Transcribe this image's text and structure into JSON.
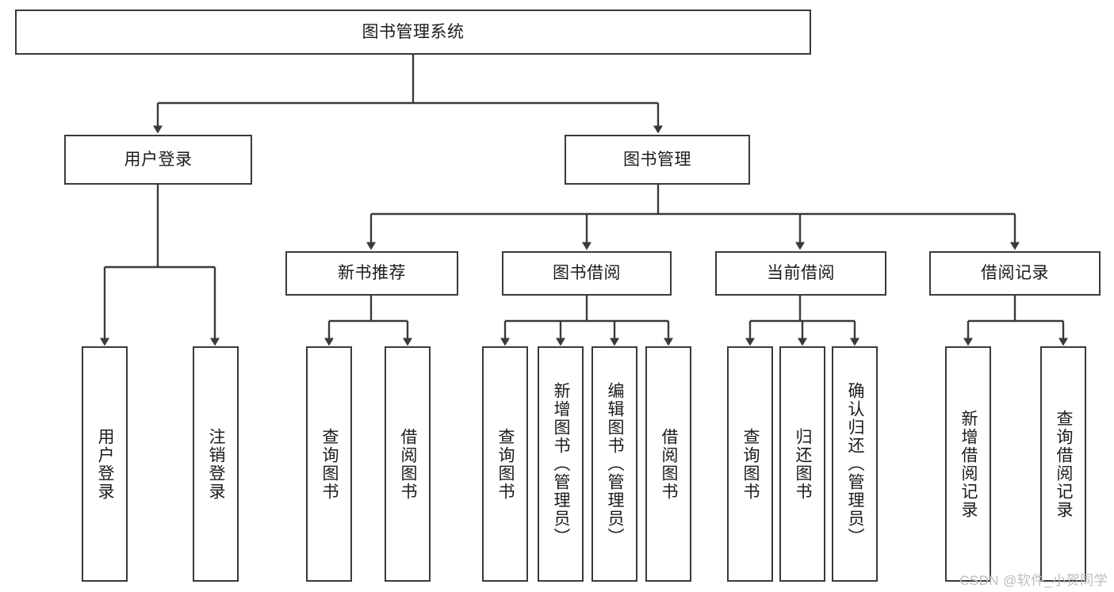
{
  "diagram": {
    "title": "图书管理系统",
    "type": "tree",
    "orientation": "top-down",
    "colors": {
      "stroke": "#3a3a3a",
      "fill": "#ffffff",
      "text": "#1b1b1b",
      "watermark": "#b9bcc0",
      "background": "#ffffff"
    },
    "root": {
      "label": "图书管理系统"
    },
    "level1": [
      {
        "label": "用户登录"
      },
      {
        "label": "图书管理"
      }
    ],
    "level2": [
      {
        "label": "新书推荐"
      },
      {
        "label": "图书借阅"
      },
      {
        "label": "当前借阅"
      },
      {
        "label": "借阅记录"
      }
    ],
    "leaves": {
      "user_login": [
        {
          "label": "用户登录"
        },
        {
          "label": "注销登录"
        }
      ],
      "new_book_recommend": [
        {
          "label": "查询图书"
        },
        {
          "label": "借阅图书"
        }
      ],
      "book_borrow": [
        {
          "label": "查询图书"
        },
        {
          "label": "新增图书（管理员）"
        },
        {
          "label": "编辑图书（管理员）"
        },
        {
          "label": "借阅图书"
        }
      ],
      "current_borrow": [
        {
          "label": "查询图书"
        },
        {
          "label": "归还图书"
        },
        {
          "label": "确认归还（管理员）"
        }
      ],
      "borrow_record": [
        {
          "label": "新增借阅记录"
        },
        {
          "label": "查询借阅记录"
        }
      ]
    },
    "watermark": "CSDN @软件_小贺同学"
  }
}
